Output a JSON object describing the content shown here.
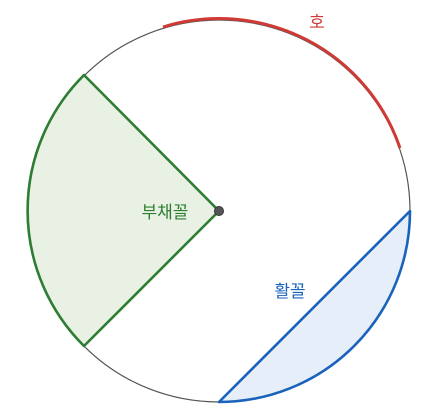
{
  "labels": {
    "arc": "호",
    "sector": "부채꼴",
    "segment": "활꼴"
  },
  "colors": {
    "background": "#ffffff",
    "circle_stroke": "#555555",
    "arc": "#d03a34",
    "sector_stroke": "#2e7d32",
    "sector_fill": "#e8f1e4",
    "segment_stroke": "#1a63bd",
    "segment_fill": "#e6eef9",
    "center_point": "#555555"
  },
  "icons": {
    "center": "center-point-icon"
  }
}
